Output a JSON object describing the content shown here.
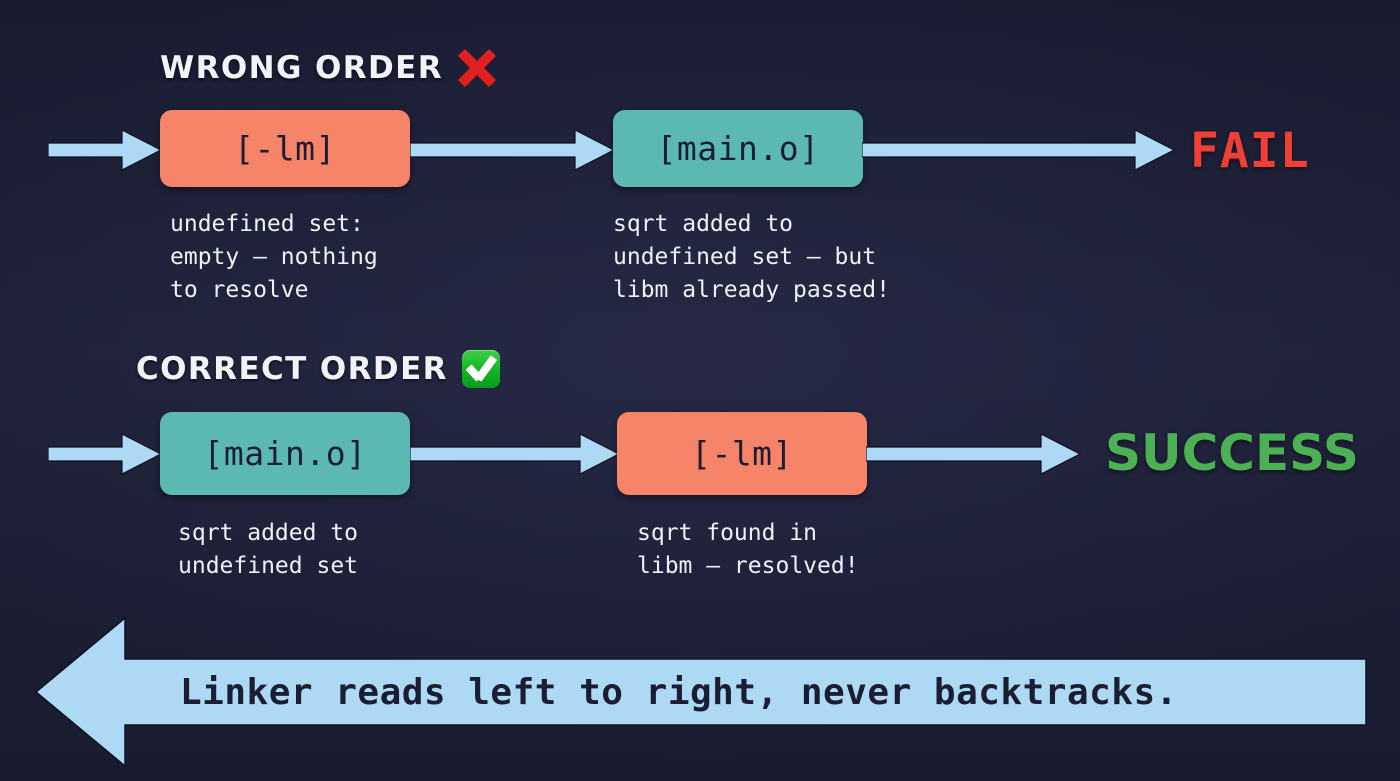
{
  "colors": {
    "background": "#1d1f37",
    "salmon": "#f58468",
    "teal": "#5cb9b1",
    "arrow_blue": "#aed9f5",
    "fail_red": "#ef4036",
    "success_green": "#4cb155",
    "x_red": "#e32020",
    "check_green": "#10b524",
    "text_light": "#f0f1f6",
    "text_dark": "#1c1e33"
  },
  "rows": [
    {
      "id": "wrong-order",
      "heading": "WRONG ORDER",
      "badge": "cross-mark-icon",
      "nodes": [
        {
          "label": "[-lm]",
          "style": "salmon",
          "caption": "undefined set:\nempty — nothing\nto resolve"
        },
        {
          "label": "[main.o]",
          "style": "teal",
          "caption": "sqrt added to\nundefined set — but\nlibm already passed!"
        }
      ],
      "outcome": "FAIL",
      "outcome_style": "fail"
    },
    {
      "id": "correct-order",
      "heading": "CORRECT ORDER",
      "badge": "check-mark-icon",
      "nodes": [
        {
          "label": "[main.o]",
          "style": "teal",
          "caption": "sqrt added to\nundefined set"
        },
        {
          "label": "[-lm]",
          "style": "salmon",
          "caption": "sqrt found in\nlibm — resolved!"
        }
      ],
      "outcome": "SUCCESS",
      "outcome_style": "success"
    }
  ],
  "banner": {
    "text": "Linker reads left to right, never backtracks.",
    "direction": "left"
  }
}
